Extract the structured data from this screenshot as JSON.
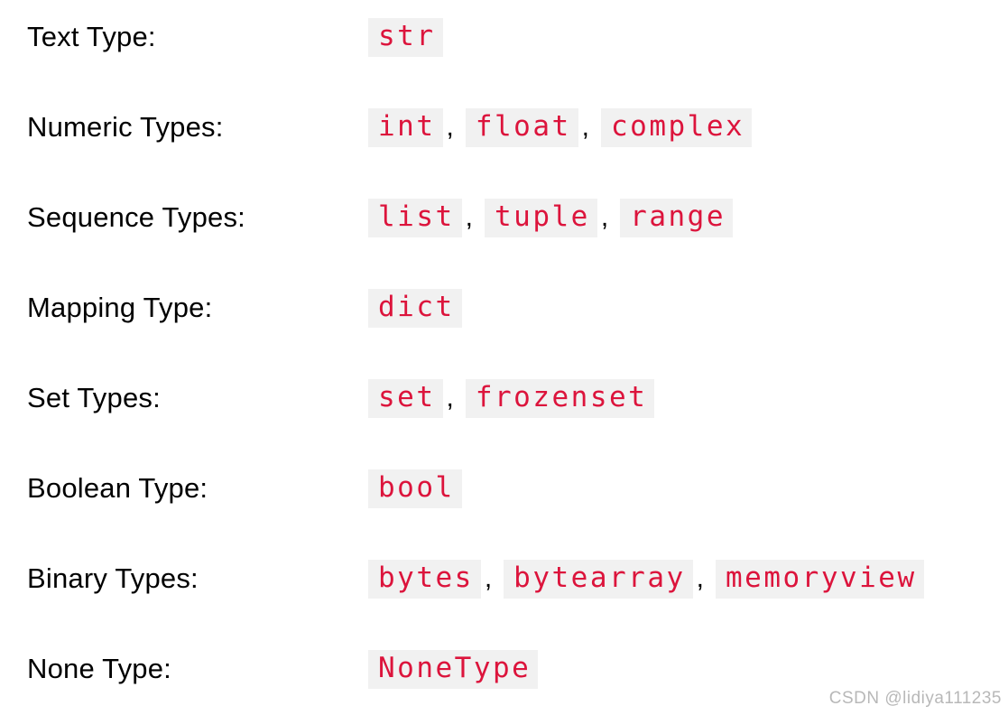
{
  "table": {
    "separator": ",",
    "rows": [
      {
        "label": "Text Type:",
        "values": [
          "str"
        ]
      },
      {
        "label": "Numeric Types:",
        "values": [
          "int",
          "float",
          "complex"
        ]
      },
      {
        "label": "Sequence Types:",
        "values": [
          "list",
          "tuple",
          "range"
        ]
      },
      {
        "label": "Mapping Type:",
        "values": [
          "dict"
        ]
      },
      {
        "label": "Set Types:",
        "values": [
          "set",
          "frozenset"
        ]
      },
      {
        "label": "Boolean Type:",
        "values": [
          "bool"
        ]
      },
      {
        "label": "Binary Types:",
        "values": [
          "bytes",
          "bytearray",
          "memoryview"
        ]
      },
      {
        "label": "None Type:",
        "values": [
          "NoneType"
        ]
      }
    ]
  },
  "watermark": {
    "text": "CSDN @lidiya111235"
  },
  "colors": {
    "code_text": "#dc143c",
    "code_background": "#f1f1f1",
    "label_text": "#000000",
    "watermark_text": "#b8b8b8",
    "page_background": "#ffffff"
  }
}
